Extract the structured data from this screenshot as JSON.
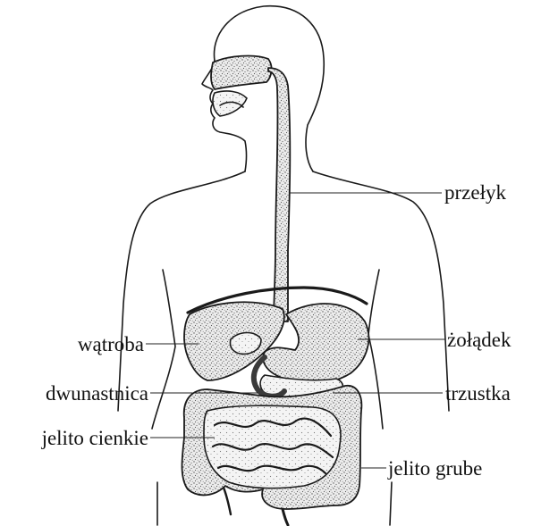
{
  "labels": {
    "esophagus": "przełyk",
    "liver": "wątroba",
    "stomach": "żołądek",
    "duodenum": "dwunastnica",
    "pancreas": "trzustka",
    "small_intestine": "jelito cienkie",
    "large_intestine": "jelito grube"
  },
  "colors": {
    "line": "#1a1a1a",
    "background": "#ffffff"
  }
}
